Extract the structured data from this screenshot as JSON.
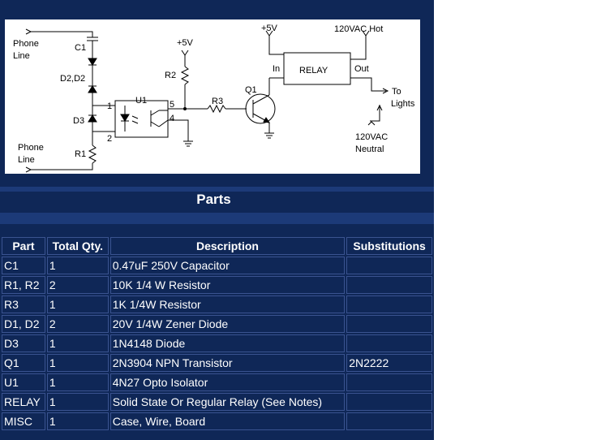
{
  "schematic": {
    "labels": {
      "phone_line_top_1": "Phone",
      "phone_line_top_2": "Line",
      "phone_line_bot_1": "Phone",
      "phone_line_bot_2": "Line",
      "c1": "C1",
      "d2d2": "D2,D2",
      "d3": "D3",
      "r1": "R1",
      "u1": "U1",
      "pin1": "1",
      "pin2": "2",
      "pin4": "4",
      "pin5": "5",
      "plus5v_r2": "+5V",
      "r2": "R2",
      "r3": "R3",
      "q1": "Q1",
      "plus5v_relay": "+5V",
      "hot": "120VAC Hot",
      "relay": "RELAY",
      "in": "In",
      "out": "Out",
      "to": "To",
      "lights": "Lights",
      "neutral_1": "120VAC",
      "neutral_2": "Neutral"
    }
  },
  "parts": {
    "title": "Parts",
    "headers": [
      "Part",
      "Total Qty.",
      "Description",
      "Substitutions"
    ],
    "rows": [
      [
        "C1",
        "1",
        "0.47uF 250V Capacitor",
        ""
      ],
      [
        "R1, R2",
        "2",
        "10K 1/4 W Resistor",
        ""
      ],
      [
        "R3",
        "1",
        "1K 1/4W Resistor",
        ""
      ],
      [
        "D1, D2",
        "2",
        "20V 1/4W Zener Diode",
        ""
      ],
      [
        "D3",
        "1",
        "1N4148 Diode",
        ""
      ],
      [
        "Q1",
        "1",
        "2N3904 NPN Transistor",
        "2N2222"
      ],
      [
        "U1",
        "1",
        "4N27 Opto Isolator",
        ""
      ],
      [
        "RELAY",
        "1",
        "Solid State Or Regular Relay (See Notes)",
        ""
      ],
      [
        "MISC",
        "1",
        "Case, Wire, Board",
        ""
      ]
    ]
  }
}
